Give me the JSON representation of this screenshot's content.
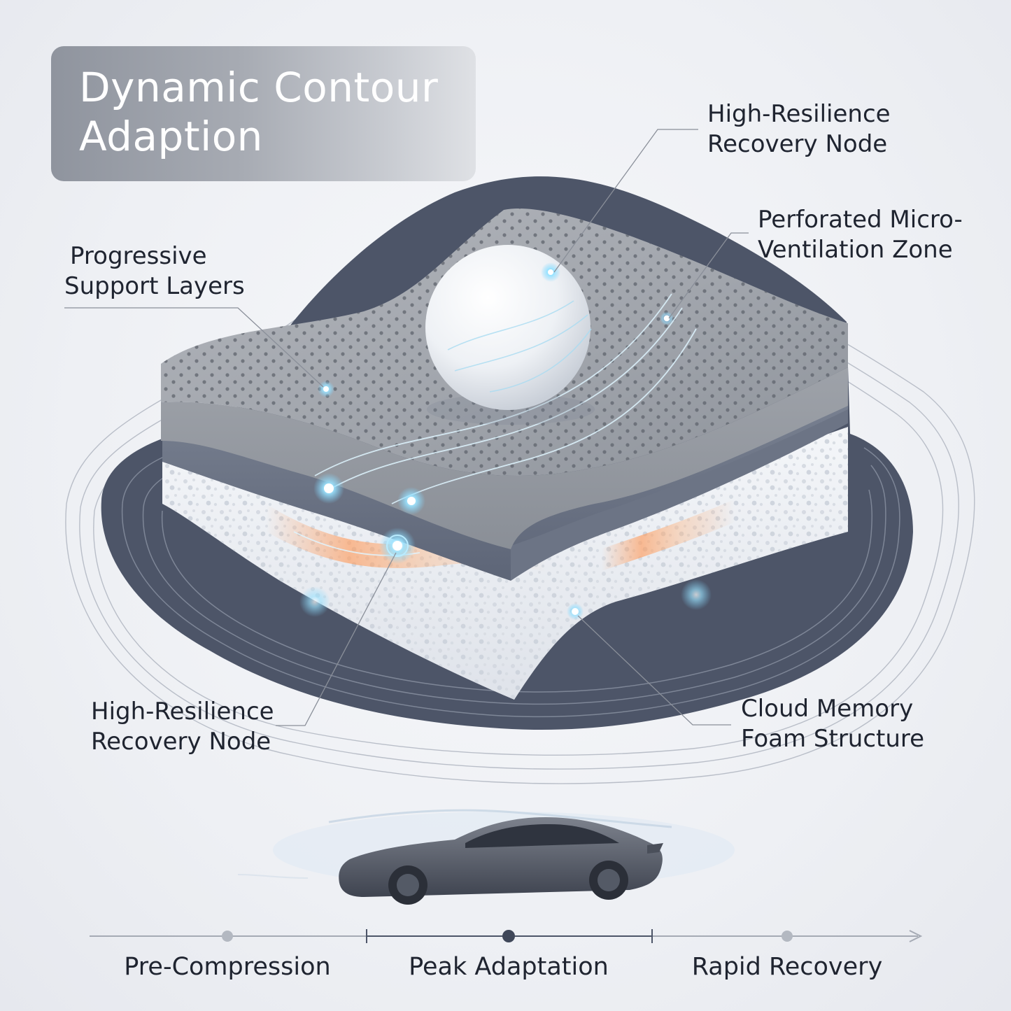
{
  "title": {
    "line1": "Dynamic Contour",
    "line2": "Adaption"
  },
  "labels": {
    "top_right_node": {
      "line1": "High-Resilience",
      "line2": "Recovery Node"
    },
    "ventilation": {
      "line1": "Perforated Micro-",
      "line2": "Ventilation Zone"
    },
    "support_layers": {
      "line1": "Progressive",
      "line2": "Support Layers"
    },
    "bottom_left_node": {
      "line1": "High-Resilience",
      "line2": "Recovery Node"
    },
    "foam": {
      "line1": "Cloud Memory",
      "line2": "Foam Structure"
    }
  },
  "timeline": {
    "stages": [
      "Pre-Compression",
      "Peak Adaptation",
      "Rapid Recovery"
    ]
  },
  "colors": {
    "foam_gray": "#9a9ea6",
    "middle_layer": "#6e7686",
    "base_ring": "#4d5568",
    "glow_cyan": "#7fd6ff",
    "glow_orange": "#ff9a5a",
    "car_body": "#5a5f6b"
  }
}
